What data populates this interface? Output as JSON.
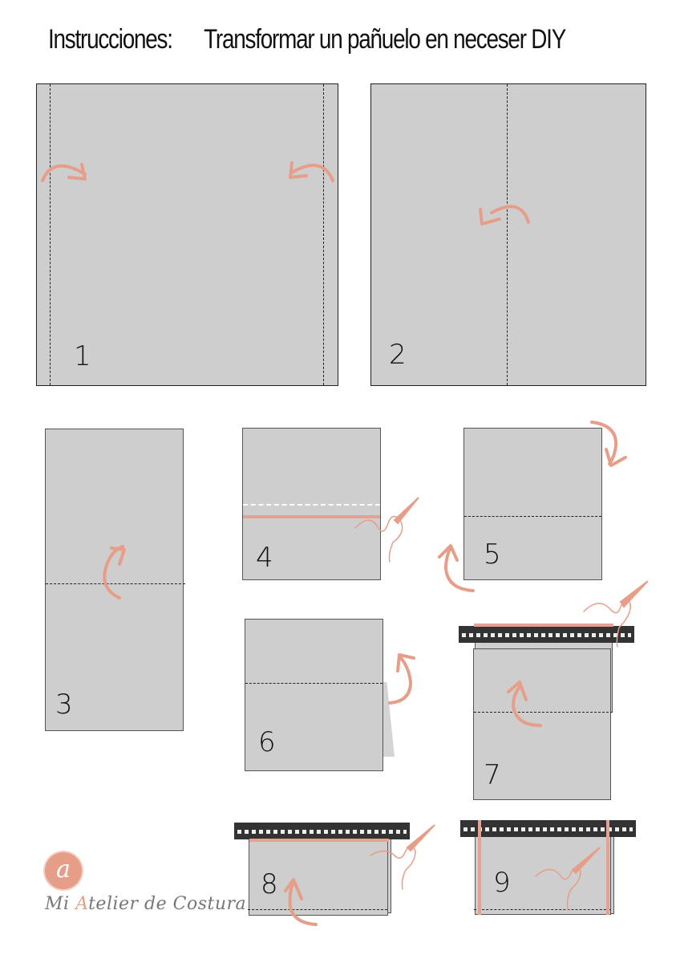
{
  "header": {
    "label": "Instrucciones:",
    "title": "Transformar un pañuelo en neceser DIY"
  },
  "colors": {
    "fabric": "#cecece",
    "accent": "#e69e88",
    "band": "#333333",
    "line": "#222222"
  },
  "steps": [
    {
      "number": "1",
      "description": "fold-left-and-right-edges-inward"
    },
    {
      "number": "2",
      "description": "fold-in-half-vertically"
    },
    {
      "number": "3",
      "description": "fold-in-half-horizontally"
    },
    {
      "number": "4",
      "description": "sew-seam"
    },
    {
      "number": "5",
      "description": "turn-over"
    },
    {
      "number": "6",
      "description": "fold-back-flap"
    },
    {
      "number": "7",
      "description": "attach-zipper-band"
    },
    {
      "number": "8",
      "description": "sew-zipper-other-side"
    },
    {
      "number": "9",
      "description": "sew-side-seams"
    }
  ],
  "logo": {
    "monogram": "a",
    "name_prefix": "Mi ",
    "name_accent": "A",
    "name_suffix": "telier de Costura"
  }
}
